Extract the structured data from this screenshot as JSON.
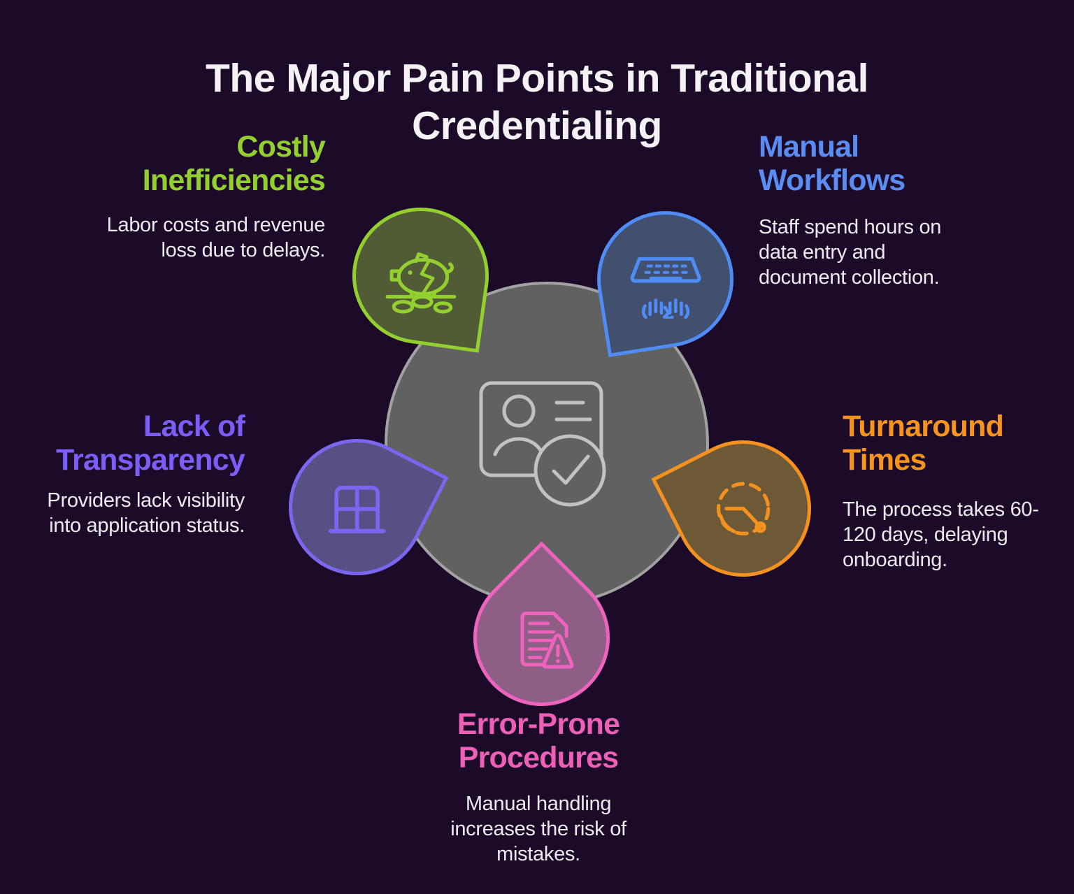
{
  "title": "The Major Pain Points in Traditional\nCredentialing",
  "background_color": "#1c0b28",
  "center": {
    "icon": "id-card-verified-icon",
    "circle_fill": "#616161",
    "circle_border": "#a2a2a2"
  },
  "pain_points": [
    {
      "id": "costly-inefficiencies",
      "label": "Costly\nInefficiencies",
      "description": "Labor costs and revenue\nloss due to delays.",
      "accent_color": "#93d02f",
      "bubble_fill": "#515b36",
      "icon": "broken-piggy-bank-icon",
      "position": "top-left"
    },
    {
      "id": "manual-workflows",
      "label": "Manual\nWorkflows",
      "description": "Staff spend hours on\ndata entry and\ndocument collection.",
      "accent_color": "#5b8cf2",
      "bubble_fill": "#40506e",
      "icon": "keyboard-typing-hands-icon",
      "position": "top-right"
    },
    {
      "id": "lack-of-transparency",
      "label": "Lack of\nTransparency",
      "description": "Providers lack visibility\ninto application status.",
      "accent_color": "#7a5ef7",
      "bubble_fill": "#575084",
      "icon": "window-icon",
      "position": "middle-left"
    },
    {
      "id": "turnaround-times",
      "label": "Turnaround\nTimes",
      "description": "The process takes 60-\n120 days, delaying\nonboarding.",
      "accent_color": "#f7941e",
      "bubble_fill": "#6d5936",
      "icon": "delayed-clock-icon",
      "position": "middle-right"
    },
    {
      "id": "error-prone-procedures",
      "label": "Error-Prone\nProcedures",
      "description": "Manual handling\nincreases the risk of\nmistakes.",
      "accent_color": "#ee5fb8",
      "bubble_fill": "#8f5e84",
      "icon": "document-warning-icon",
      "position": "bottom-center"
    }
  ]
}
